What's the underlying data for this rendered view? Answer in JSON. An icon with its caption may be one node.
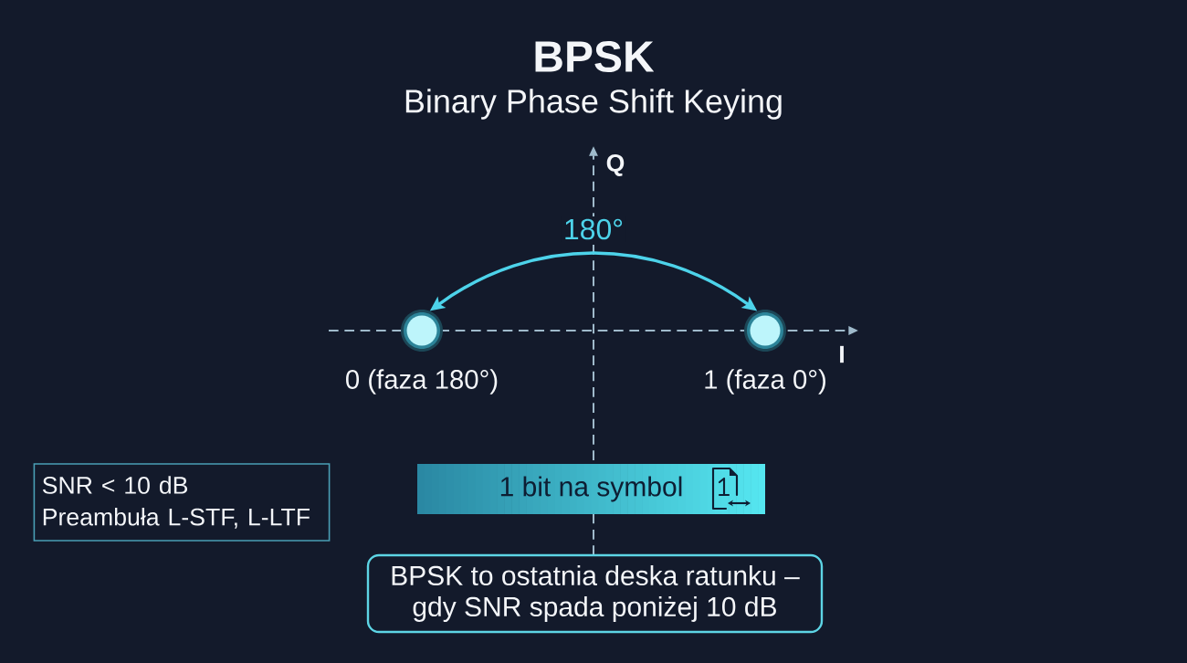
{
  "diagram": {
    "title": "BPSK",
    "nodes": [
      {
        "text": [],
        "shape": "circle",
        "beside": [
          "0 (faza 180°)"
        ]
      },
      {
        "text": [],
        "shape": "circle",
        "beside": [
          "1 (faza 0°)"
        ]
      },
      {
        "text": [
          "SNR < 10 dB",
          "Preambuła L-STF, L-LTF"
        ]
      },
      {
        "text": [
          "1 bit na symbol"
        ]
      },
      {
        "text": [
          "BPSK to ostatnia deska ratunku – gdy SNR spada poniżej 10 dB"
        ]
      }
    ],
    "edges": [
      {
        "from": 0,
        "to": 1,
        "arrow": "both",
        "label": "180°",
        "color": "#4dd3ea"
      }
    ],
    "labels": [
      "Binary Phase Shift Keying",
      "Q",
      "I"
    ]
  }
}
